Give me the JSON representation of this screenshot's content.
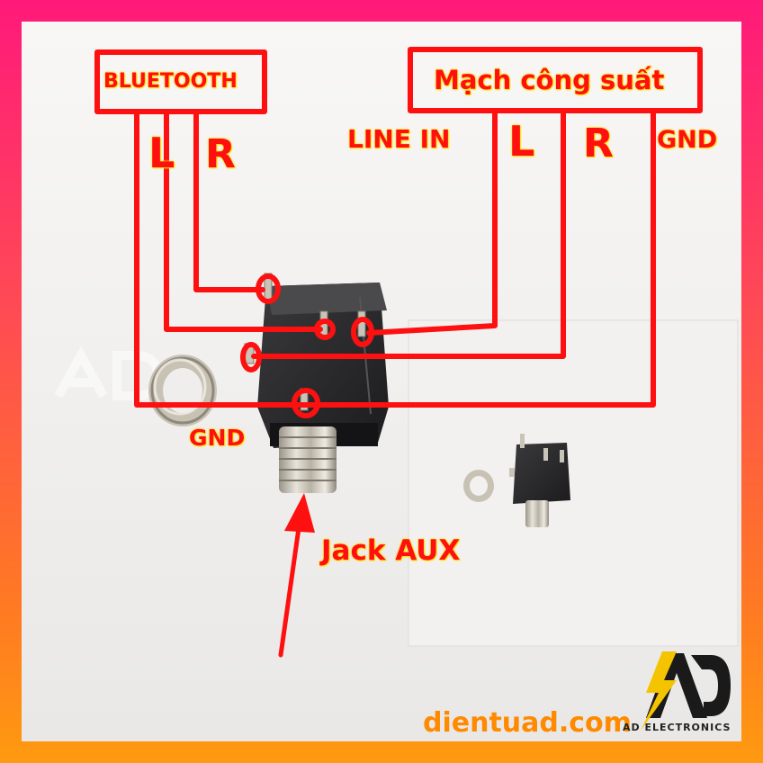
{
  "labels": {
    "bluetooth": "BLUETOOTH",
    "mach_cong_suat": "Mạch công suất",
    "bt_left": "L",
    "bt_right": "R",
    "line_in": "LINE IN",
    "mc_left": "L",
    "mc_right": "R",
    "mc_gnd": "GND",
    "jack_gnd": "GND",
    "jack_aux": "Jack AUX"
  },
  "watermark": {
    "website": "dientuad.com",
    "brand": "AD ELECTRONICS"
  },
  "colors": {
    "frame_top": "#ff1a7a",
    "frame_bottom": "#ff9a10",
    "wire": "#ff1010",
    "label_outline": "#ffe000",
    "website": "#ff8a00",
    "logo_bolt": "#f5c400"
  }
}
